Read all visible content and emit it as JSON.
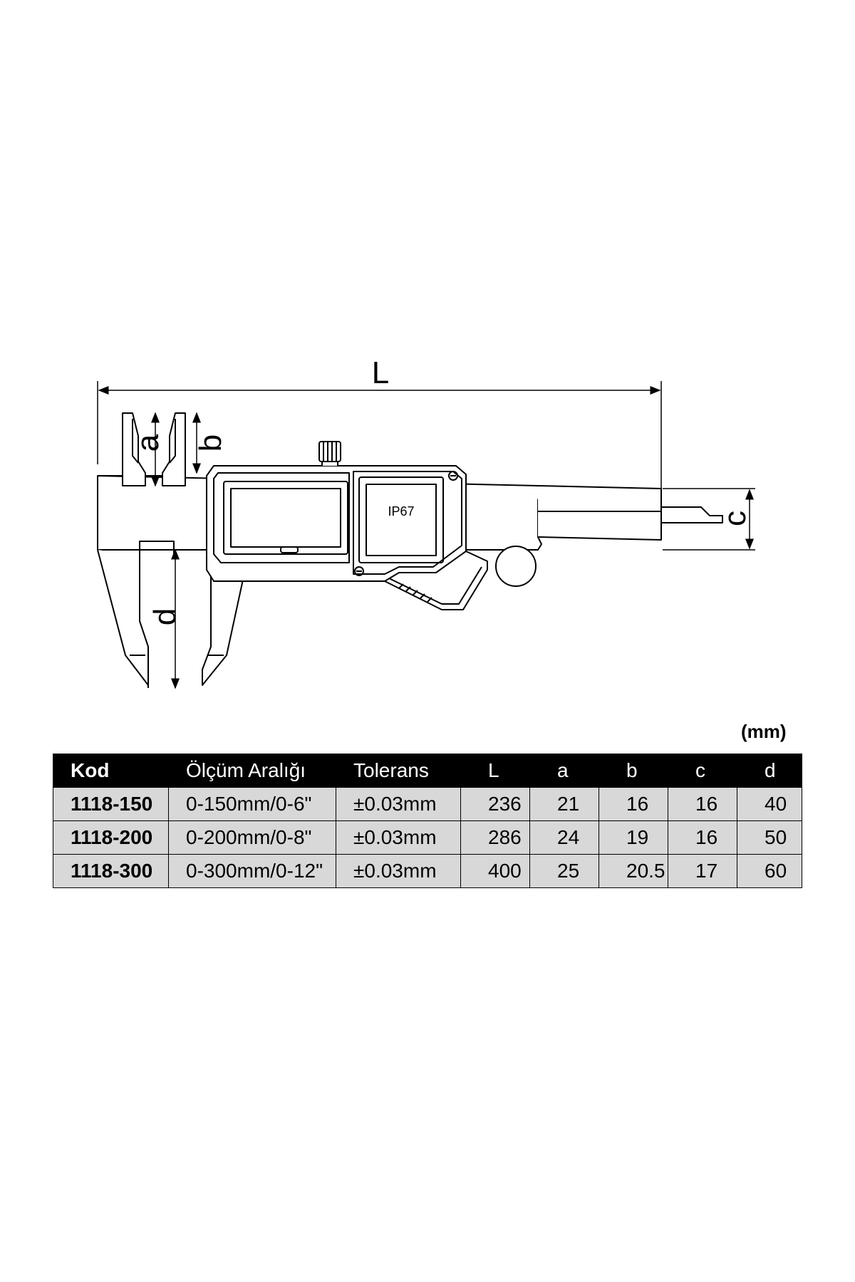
{
  "diagram": {
    "dimension_labels": {
      "L": "L",
      "a": "a",
      "b": "b",
      "c": "c",
      "d": "d"
    },
    "badge": "IP67"
  },
  "unit_note": "(mm)",
  "table": {
    "headers": [
      "Kod",
      "Ölçüm Aralığı",
      "Tolerans",
      "L",
      "a",
      "b",
      "c",
      "d"
    ],
    "rows": [
      [
        "1118-150",
        "0-150mm/0-6\"",
        "±0.03mm",
        "236",
        "21",
        "16",
        "16",
        "40"
      ],
      [
        "1118-200",
        "0-200mm/0-8\"",
        "±0.03mm",
        "286",
        "24",
        "19",
        "16",
        "50"
      ],
      [
        "1118-300",
        "0-300mm/0-12\"",
        "±0.03mm",
        "400",
        "25",
        "20.5",
        "17",
        "60"
      ]
    ]
  }
}
